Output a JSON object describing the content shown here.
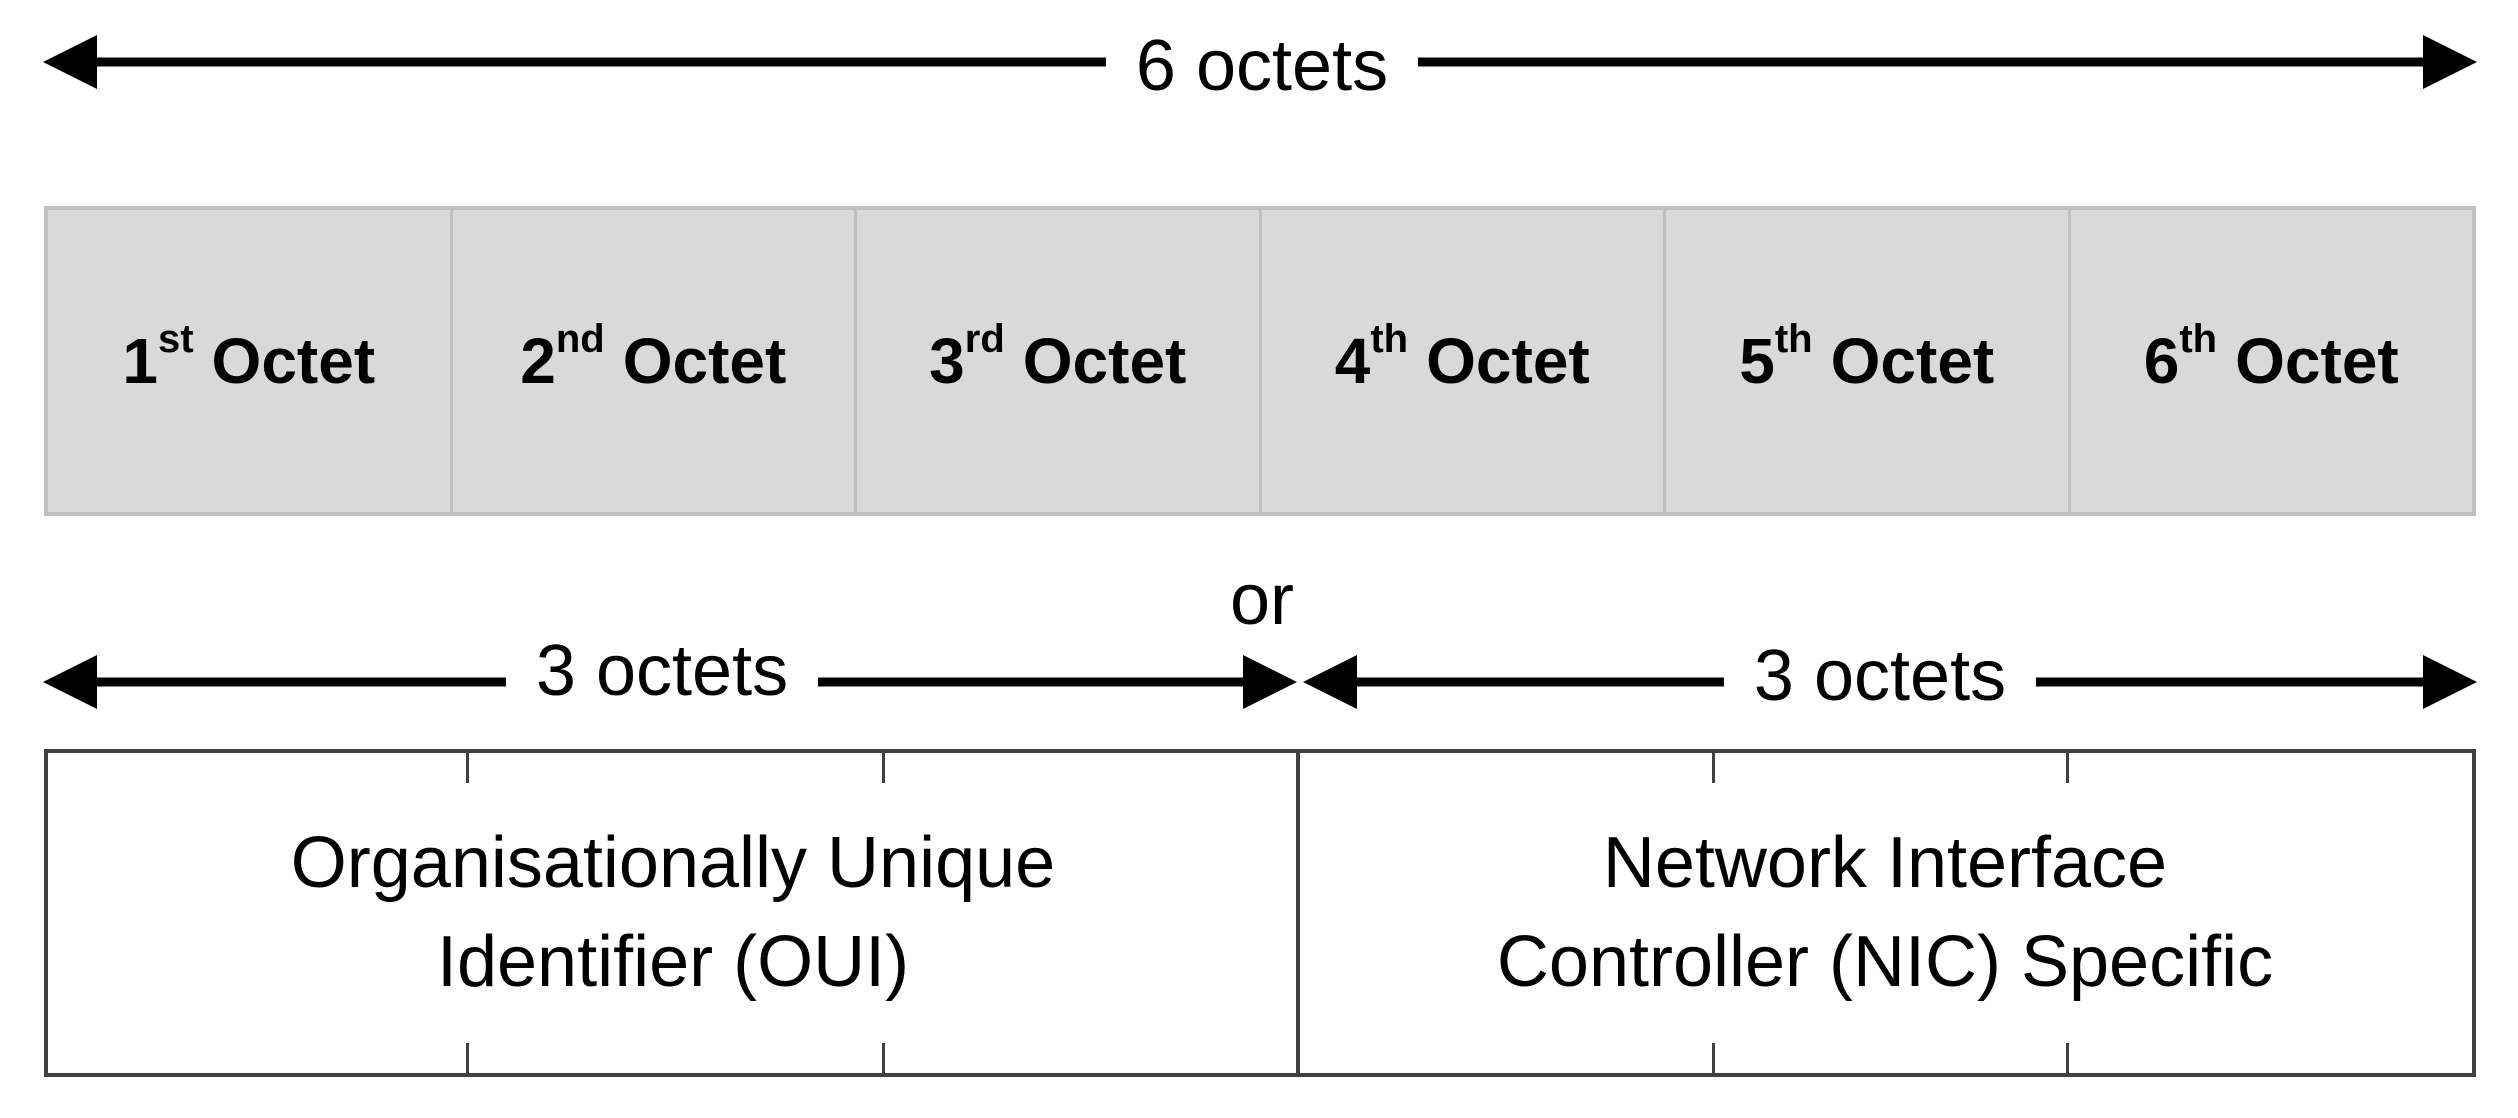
{
  "top_span": {
    "label": "6 octets"
  },
  "octets": [
    {
      "num": "1",
      "suffix": "st",
      "word": "Octet"
    },
    {
      "num": "2",
      "suffix": "nd",
      "word": "Octet"
    },
    {
      "num": "3",
      "suffix": "rd",
      "word": "Octet"
    },
    {
      "num": "4",
      "suffix": "th",
      "word": "Octet"
    },
    {
      "num": "5",
      "suffix": "th",
      "word": "Octet"
    },
    {
      "num": "6",
      "suffix": "th",
      "word": "Octet"
    }
  ],
  "or_label": "or",
  "left_span": {
    "label": "3 octets"
  },
  "right_span": {
    "label": "3 octets"
  },
  "oui": {
    "line1": "Organisationally Unique",
    "line2": "Identifier (OUI)"
  },
  "nic": {
    "line1": "Network Interface",
    "line2": "Controller (NIC) Specific"
  },
  "colors": {
    "octet_fill": "#d9d9d9",
    "octet_border": "#bfbfbf",
    "box_border": "#404040",
    "arrow": "#000000"
  }
}
